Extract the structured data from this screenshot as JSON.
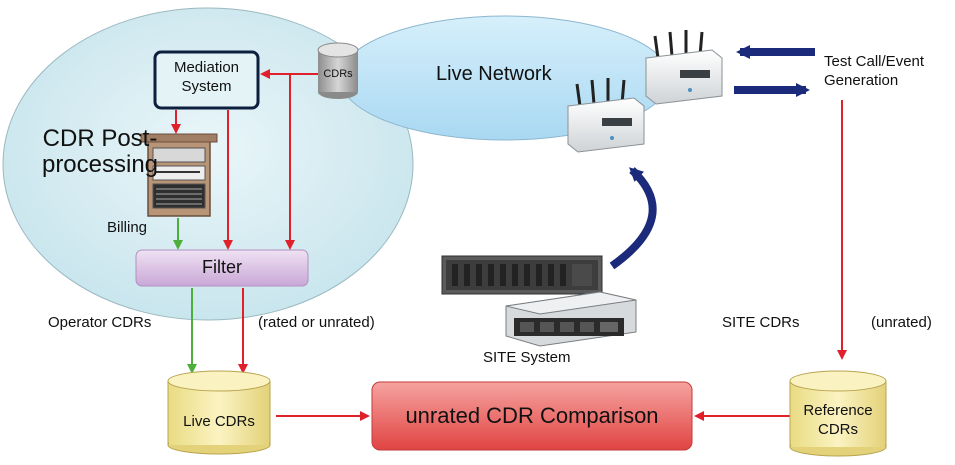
{
  "diagram": {
    "post_processing_label": "CDR Post-\nprocessing",
    "mediation_system": "Mediation\nSystem",
    "cdrs_db": "CDRs",
    "live_network": "Live Network",
    "test_call_generation": "Test Call/Event\nGeneration",
    "billing": "Billing",
    "filter": "Filter",
    "operator_cdrs": "Operator CDRs",
    "rated_or_unrated": "(rated or unrated)",
    "site_system": "SITE System",
    "site_cdrs": "SITE CDRs",
    "unrated_note": "(unrated)",
    "live_cdrs": "Live CDRs",
    "comparison": "unrated CDR Comparison",
    "reference_cdrs": "Reference\nCDRs"
  },
  "colors": {
    "cdr_oval": "#d4ecf1",
    "network_oval": "#bfe3f6",
    "red_arrow": "#e0202a",
    "green_arrow": "#4caf3a",
    "navy_arrow": "#1b2a7a",
    "filter_box": "#dcc4e4",
    "comparison_box": "#e8504f",
    "database": "#f4eaa0"
  }
}
